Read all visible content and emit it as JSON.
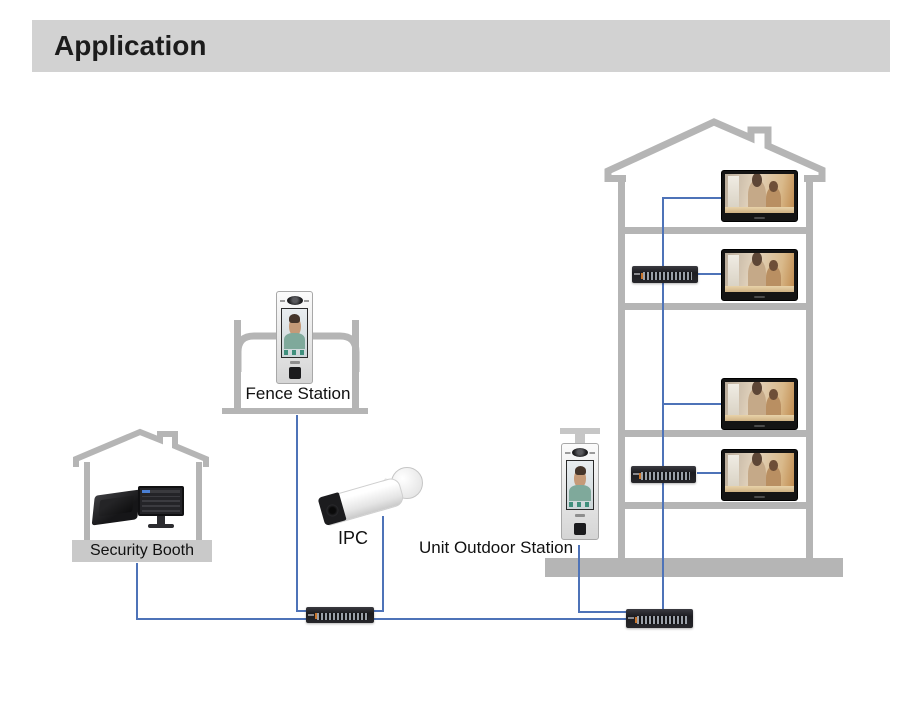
{
  "header": {
    "title": "Application"
  },
  "diagram": {
    "labels": {
      "fence_station": "Fence Station",
      "security_booth": "Security Booth",
      "ipc": "IPC",
      "unit_outdoor_station": "Unit Outdoor Station"
    },
    "colors": {
      "cable_blue": "#4e73b8",
      "structure_gray": "#b5b5b5",
      "header_bar": "#d2d2d2",
      "label_bar": "#c9c9c9"
    },
    "devices": [
      {
        "icon": "indoor-monitor",
        "count": 4
      },
      {
        "icon": "network-switch",
        "count": 4
      },
      {
        "icon": "door-station",
        "count": 2
      },
      {
        "icon": "bullet-camera",
        "count": 1
      },
      {
        "icon": "security-console",
        "count": 1
      },
      {
        "icon": "security-monitor",
        "count": 1
      }
    ]
  }
}
